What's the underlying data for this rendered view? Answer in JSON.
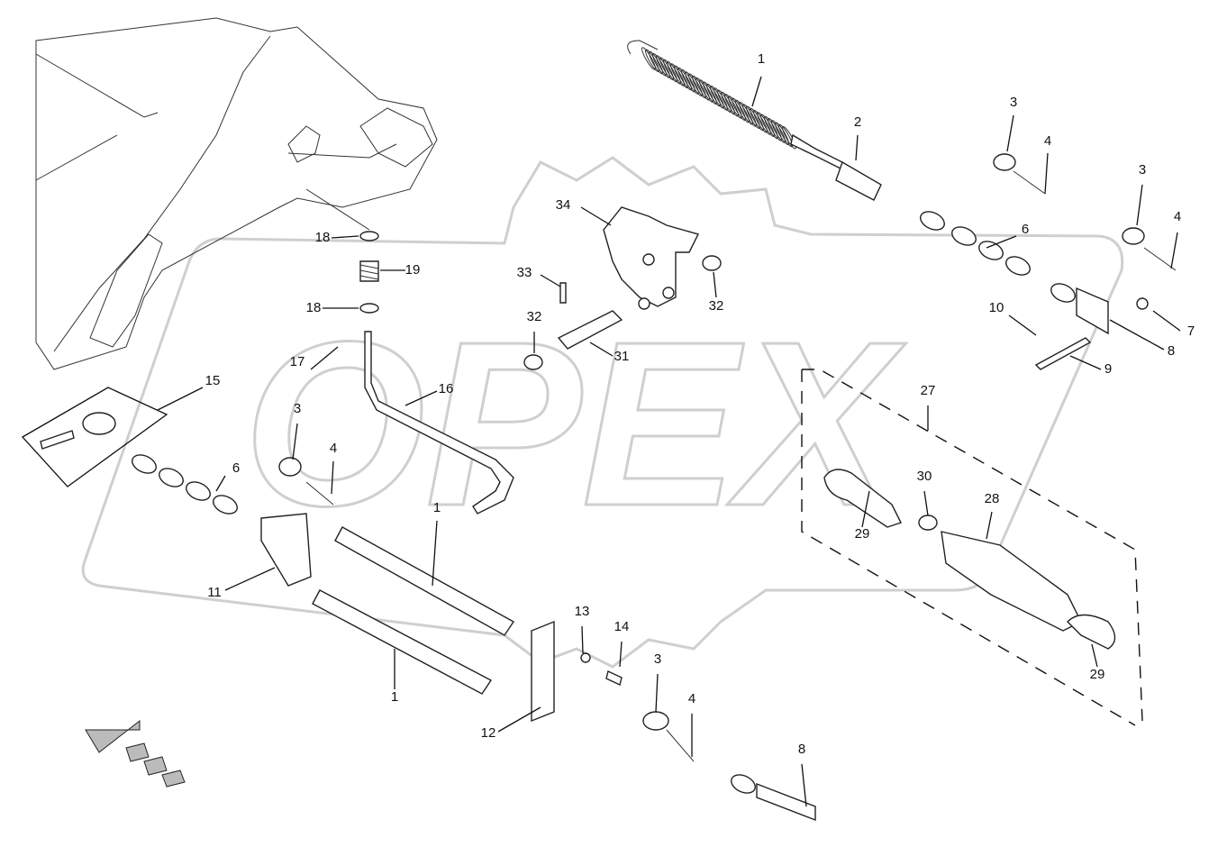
{
  "watermark": "OPEX",
  "callouts": [
    "1",
    "2",
    "3",
    "4",
    "6",
    "3",
    "4",
    "10",
    "9",
    "7",
    "8",
    "34",
    "33",
    "32",
    "32",
    "31",
    "18",
    "19",
    "18",
    "17",
    "16",
    "15",
    "3",
    "4",
    "6",
    "11",
    "1",
    "1",
    "13",
    "14",
    "12",
    "3",
    "4",
    "8",
    "27",
    "30",
    "28",
    "29",
    "29"
  ],
  "colors": {
    "line": "#111111",
    "watermark": "#cfcfcf",
    "arrow": "#bbbbbb"
  }
}
